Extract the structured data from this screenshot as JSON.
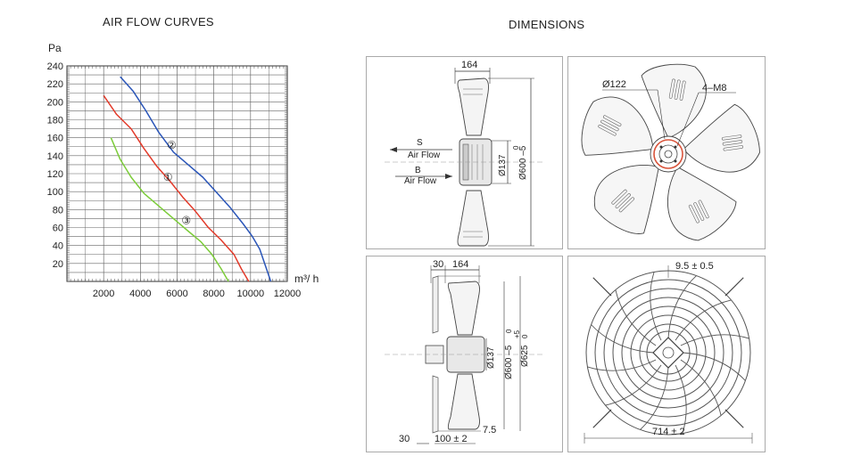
{
  "titles": {
    "left": "AIR FLOW CURVES",
    "right": "DIMENSIONS"
  },
  "chart_data": {
    "type": "line",
    "title": "AIR FLOW CURVES",
    "ylabel": "Pa",
    "xlabel": "m³/ h",
    "xlim": [
      0,
      12000
    ],
    "ylim": [
      0,
      240
    ],
    "xticks": [
      2000,
      4000,
      6000,
      8000,
      10000,
      12000
    ],
    "yticks": [
      20,
      40,
      60,
      80,
      100,
      120,
      140,
      160,
      180,
      200,
      220,
      240
    ],
    "xtick_labels": [
      "2000",
      "4000",
      "6000",
      "8000",
      "10000",
      "12000"
    ],
    "ytick_labels": [
      "20",
      "40",
      "60",
      "80",
      "100",
      "120",
      "140",
      "160",
      "180",
      "200",
      "220",
      "240"
    ],
    "grid": true,
    "series": [
      {
        "name": "②",
        "color": "#2a55b8",
        "x": [
          2900,
          3600,
          4300,
          5000,
          5800,
          6600,
          7400,
          8200,
          8900,
          9600,
          10100,
          10500,
          11100
        ],
        "y": [
          228,
          212,
          190,
          166,
          144,
          130,
          116,
          98,
          82,
          64,
          50,
          36,
          0
        ]
      },
      {
        "name": "①",
        "color": "#e23a2a",
        "x": [
          2000,
          2700,
          3500,
          4200,
          4900,
          5600,
          6300,
          7000,
          7700,
          8400,
          9100,
          9500,
          9900
        ],
        "y": [
          207,
          186,
          170,
          148,
          128,
          112,
          94,
          78,
          60,
          46,
          30,
          14,
          0
        ]
      },
      {
        "name": "③",
        "color": "#7ccc3a",
        "x": [
          2400,
          2900,
          3500,
          4200,
          5000,
          5800,
          6600,
          7300,
          7900,
          8400,
          8800
        ],
        "y": [
          160,
          136,
          116,
          98,
          84,
          70,
          56,
          44,
          30,
          14,
          0
        ]
      }
    ],
    "curve_labels": [
      {
        "text": "②",
        "x": 5700,
        "y": 148
      },
      {
        "text": "①",
        "x": 5500,
        "y": 112
      },
      {
        "text": "③",
        "x": 6500,
        "y": 64
      }
    ]
  },
  "dimensions": {
    "side_top": {
      "width": "164",
      "hub_dia": "Ø137",
      "outer_dia": "Ø600 –5",
      "outer_tol": "0",
      "s_label": "S",
      "s_flow": "Air Flow",
      "b_label": "B",
      "b_flow": "Air Flow"
    },
    "front_top": {
      "hole_dia": "Ø122",
      "bolts": "4–M8"
    },
    "side_bottom": {
      "offset": "30",
      "width": "164",
      "hub_dia": "Ø137",
      "blade_dia": "Ø600 –5",
      "blade_tol": "0",
      "guard_dia": "Ø625",
      "guard_tol_plus": "+5",
      "guard_tol_zero": "0",
      "left_30": "30",
      "mount": "100 ± 2",
      "gap": "7.5"
    },
    "front_bottom": {
      "slot": "9.5 ± 0.5",
      "span": "714 ± 2"
    }
  }
}
